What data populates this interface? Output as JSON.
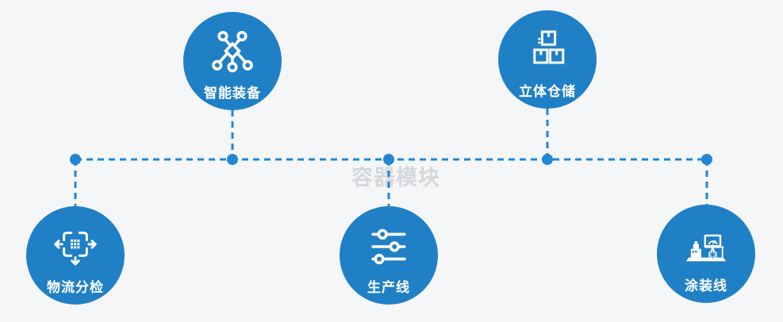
{
  "diagram": {
    "watermark": "容器模块",
    "nodes": [
      {
        "id": "smart-equipment",
        "label": "智能装备",
        "icon": "network-nodes-icon",
        "row": "top"
      },
      {
        "id": "stereo-warehouse",
        "label": "立体仓储",
        "icon": "stacked-boxes-icon",
        "row": "top"
      },
      {
        "id": "logistics-sorting",
        "label": "物流分检",
        "icon": "sorting-arrows-icon",
        "row": "bottom"
      },
      {
        "id": "production-line",
        "label": "生产线",
        "icon": "sliders-icon",
        "row": "bottom"
      },
      {
        "id": "painting-line",
        "label": "涂装线",
        "icon": "machine-monitor-icon",
        "row": "bottom"
      }
    ],
    "colors": {
      "background": "#f5f6f7",
      "node_fill": "#2080c6",
      "connector": "#2186d4",
      "label_text": "#ffffff",
      "watermark_text": "#d5d7da"
    }
  }
}
